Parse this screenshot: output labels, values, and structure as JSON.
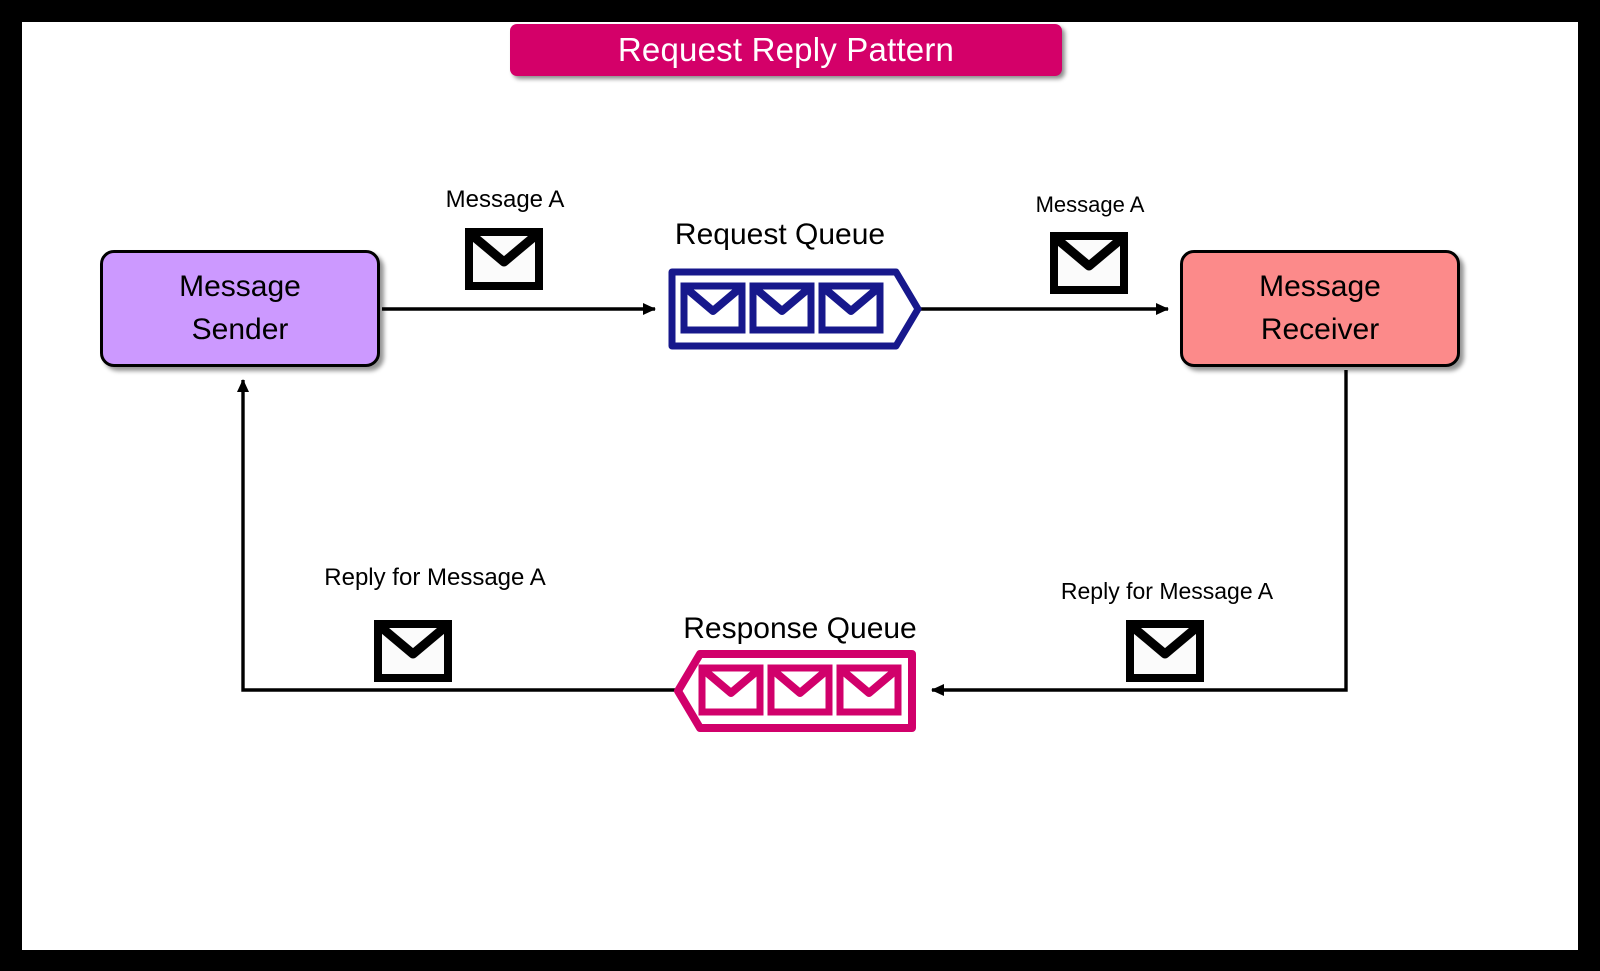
{
  "diagram": {
    "title": "Request Reply Pattern",
    "title_bg": "#D40069",
    "title_fg": "#FFFFFF",
    "canvas_bg": "#FFFFFF",
    "frame_color": "#000000"
  },
  "nodes": {
    "sender": {
      "line1": "Message",
      "line2": "Sender",
      "fill": "#CC99FF",
      "stroke": "#000000"
    },
    "receiver": {
      "line1": "Message",
      "line2": "Receiver",
      "fill": "#FC8A8A",
      "stroke": "#000000"
    }
  },
  "queues": {
    "request": {
      "caption": "Request Queue",
      "color": "#17188C",
      "direction": "right",
      "envelope_count": 3
    },
    "response": {
      "caption": "Response Queue",
      "color": "#D1006B",
      "direction": "left",
      "envelope_count": 3
    }
  },
  "flows": [
    {
      "id": "sender-to-request-queue",
      "label": "Message A",
      "icon": "envelope-icon"
    },
    {
      "id": "request-queue-to-receiver",
      "label": "Message A",
      "icon": "envelope-icon"
    },
    {
      "id": "response-queue-to-sender",
      "label": "Reply for Message A",
      "icon": "envelope-icon"
    },
    {
      "id": "receiver-to-response-queue",
      "label": "Reply for Message A",
      "icon": "envelope-icon"
    }
  ]
}
